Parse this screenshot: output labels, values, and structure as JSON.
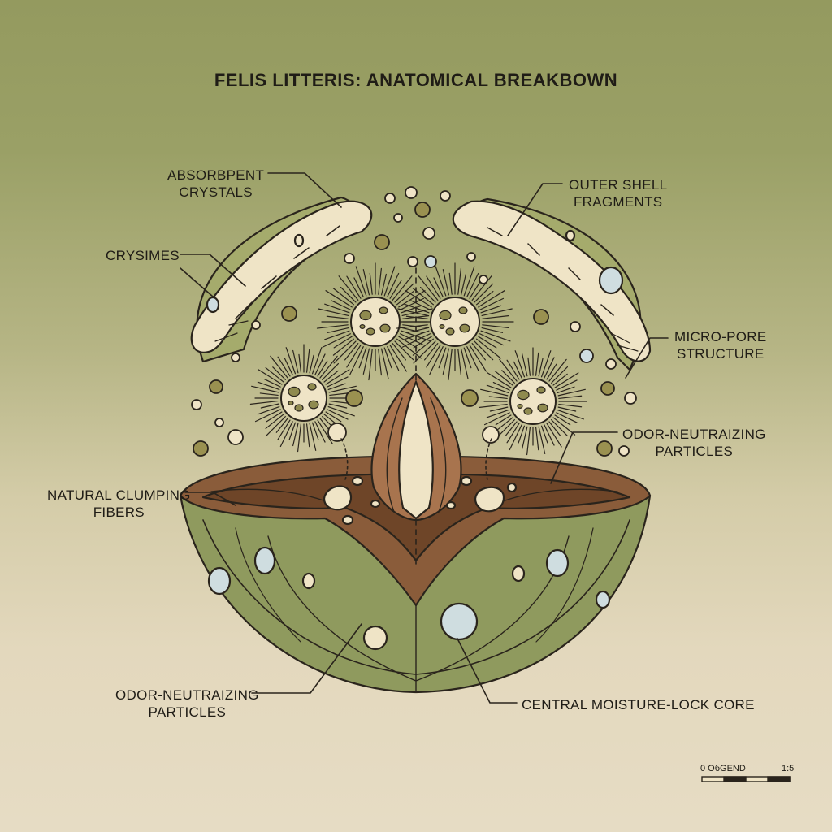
{
  "title": "FELIS LITTERIS: ANATOMICAL BREAKBOWN",
  "labels": {
    "absorbent_1": "ABSORBPENT",
    "absorbent_2": "CRYSTALS",
    "crysimes": "CRYSIMES",
    "outer_1": "OUTER SHELL",
    "outer_2": "FRAGMENTS",
    "micro_1": "MICRO-PORE",
    "micro_2": "STRUCTURE",
    "odor_right_1": "ODOR-NEUTRAIZING",
    "odor_right_2": "PARTICLES",
    "clumping_1": "NATURAL CLUMPING",
    "clumping_2": "FIBERS",
    "odor_bottom_1": "ODOR-NEUTRAIZING",
    "odor_bottom_2": "PARTICLES",
    "core": "CENTRAL MOISTURE-LOCK CORE"
  },
  "scale": {
    "left": "0 ОбGEND",
    "right": "1:5"
  },
  "colors": {
    "shell_green": "#8f9a5e",
    "core_brown": "#8a5c3a",
    "cream": "#f0e6c8",
    "outline": "#2a241c",
    "pale_blue": "#cfdde0"
  }
}
